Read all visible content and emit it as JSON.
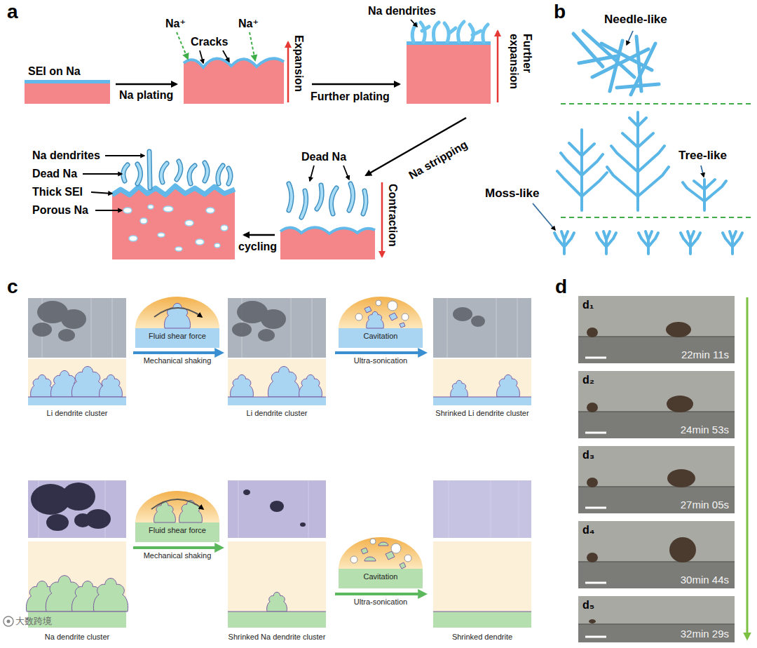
{
  "diagram": {
    "nodes": [
      {
        "text": [
          "d₁",
          "22min 11s"
        ]
      },
      {
        "text": [
          "d₂",
          "24min 53s"
        ]
      },
      {
        "text": [
          "d₃",
          "27min 05s"
        ]
      },
      {
        "text": [
          "d₄",
          "30min 44s"
        ]
      },
      {
        "text": [
          "d₅",
          "32min 29s"
        ]
      }
    ],
    "labels": [
      "a",
      "SEI on Na",
      "Na plating",
      "Na⁺",
      "Cracks",
      "Na⁺",
      "Expansion",
      "Na dendrites",
      "Further plating",
      "Further expansion",
      "Na stripping",
      "Dead Na",
      "Contraction",
      "cycling",
      "Na dendrites",
      "Dead Na",
      "Thick SEI",
      "Porous Na",
      "b",
      "Needle-like",
      "Tree-like",
      "Moss-like",
      "c",
      "Fluid shear force",
      "Mechanical shaking",
      "Cavitation",
      "Ultra-sonication",
      "Li dendrite cluster",
      "Li dendrite cluster",
      "Shrinked Li dendrite cluster",
      "Fluid shear force",
      "Mechanical shaking",
      "Cavitation",
      "Ultra-sonication",
      "Na dendrite cluster",
      "Shrinked Na dendrite cluster",
      "Shrinked dendrite",
      "d",
      "大数跨境"
    ]
  }
}
